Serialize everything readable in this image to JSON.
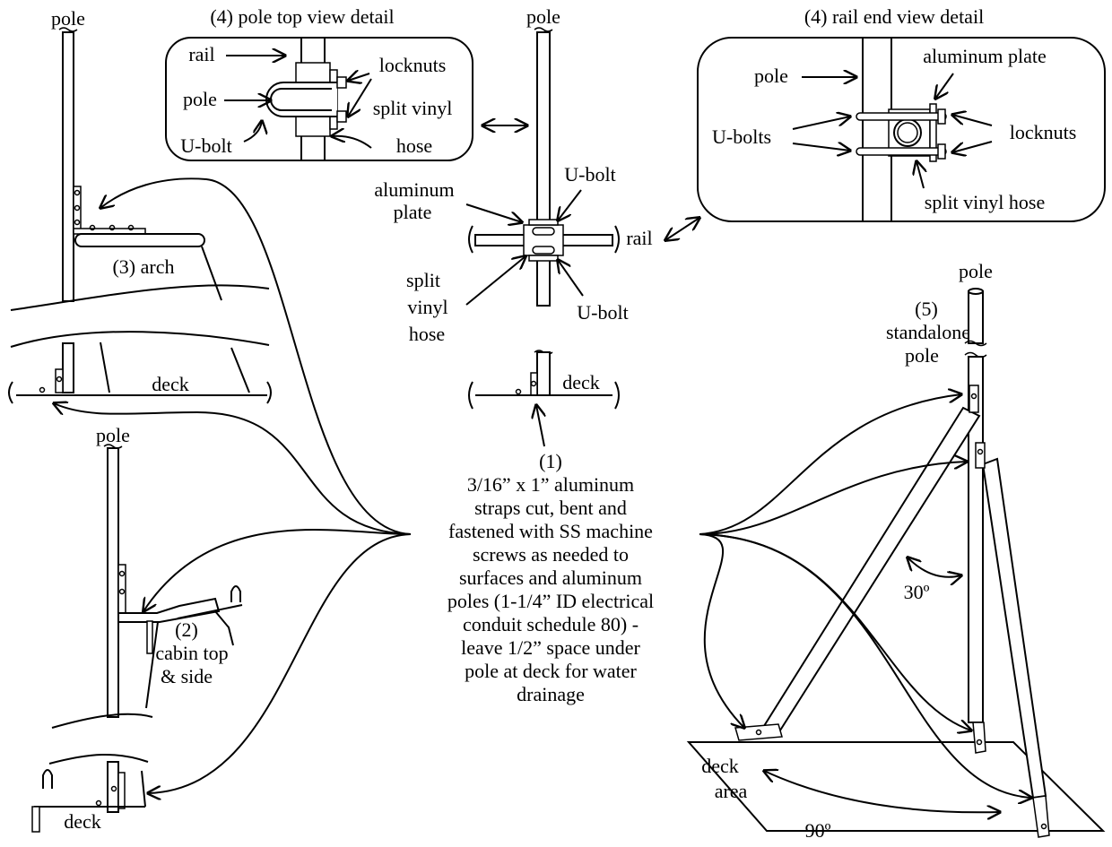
{
  "labels": {
    "pole": "pole",
    "deck": "deck",
    "arch": "(3) arch",
    "cabin_num": "(2)",
    "cabin_l1": "cabin top",
    "cabin_l2": "& side",
    "top_detail_title": "(4) pole top view detail",
    "rail": "rail",
    "locknuts": "locknuts",
    "split_vinyl": "split vinyl",
    "hose": "hose",
    "u_bolt": "U-bolt",
    "u_bolts": "U-bolts",
    "aluminum": "aluminum",
    "plate": "plate",
    "aluminum_plate": "aluminum plate",
    "split": "split",
    "vinyl": "vinyl",
    "split_vinyl_hose": "split vinyl hose",
    "rail_end_title": "(4) rail end view detail",
    "standalone_num": "(5)",
    "standalone": "standalone",
    "standalone_pole": "pole",
    "angle_30": "30º",
    "angle_90": "90º",
    "deck_area_1": "deck",
    "deck_area_2": "area"
  },
  "note": {
    "number": "(1)",
    "lines": [
      "3/16” x 1” aluminum",
      "straps cut, bent and",
      "fastened with SS machine",
      "screws as needed to",
      "surfaces and aluminum",
      "poles (1-1/4” ID electrical",
      "conduit schedule 80) -",
      "leave 1/2” space under",
      "pole at deck for water",
      "drainage"
    ]
  }
}
